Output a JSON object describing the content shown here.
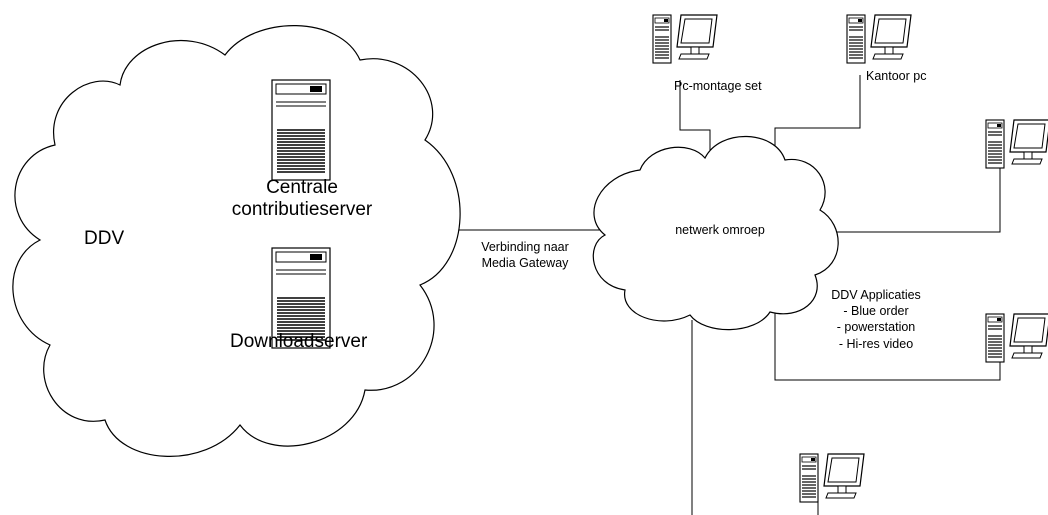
{
  "clouds": {
    "ddv": {
      "label": "DDV"
    },
    "network": {
      "label": "netwerk omroep"
    }
  },
  "servers": {
    "central": {
      "label_line1": "Centrale",
      "label_line2": "contributieserver"
    },
    "download": {
      "label": "Downloadserver"
    }
  },
  "connection": {
    "line1": "Verbinding naar",
    "line2": "Media Gateway"
  },
  "workstations": {
    "pc_montage": {
      "label": "Pc-montage set"
    },
    "kantoor": {
      "label": "Kantoor pc"
    }
  },
  "applications": {
    "title": "DDV Applicaties",
    "items": [
      "- Blue order",
      "- powerstation",
      "- Hi-res video"
    ]
  }
}
